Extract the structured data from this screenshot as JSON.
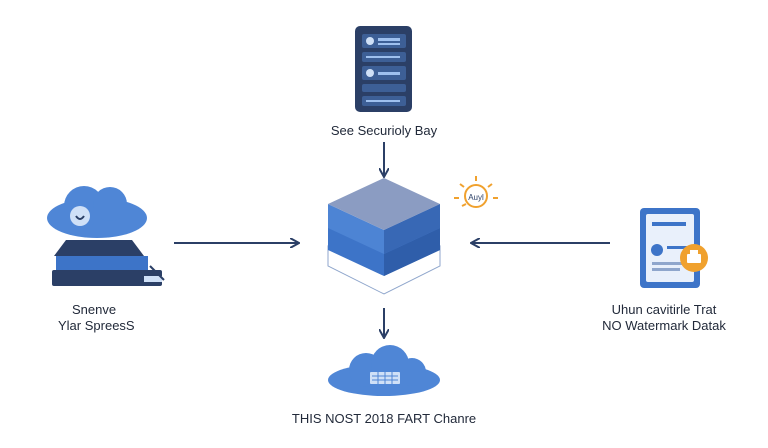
{
  "labels": {
    "top_server": "See Securioly Bay",
    "left_line1": "Snenve",
    "left_line2": "Ylar SpreesS",
    "right_line1": "Uhun cavitirle Trat",
    "right_line2": "NO Watermark Datak",
    "bottom": "THIS NOST 2018 FART Chanre",
    "sun_text": "Auyl"
  },
  "colors": {
    "navy": "#2b3f66",
    "blue": "#3d74c8",
    "light_blue": "#5c93dd",
    "accent_orange": "#f0a12e",
    "arrow": "#2b3f66"
  },
  "icons": [
    "server-rack-icon",
    "database-stack-icon",
    "cloud-laptop-icon",
    "document-badge-icon",
    "cloud-keyboard-icon",
    "lightbulb-sun-icon"
  ]
}
